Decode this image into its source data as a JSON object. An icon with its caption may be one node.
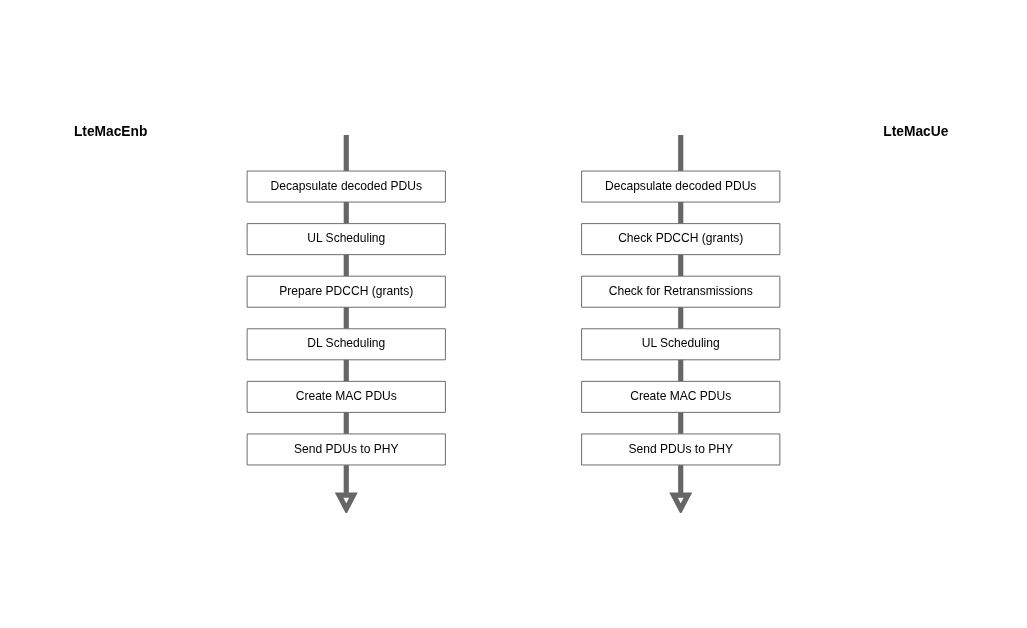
{
  "diagram": {
    "nodes": [
      {
        "text": [
          "Decapsulate decoded PDUs"
        ]
      },
      {
        "text": [
          "UL Scheduling"
        ]
      },
      {
        "text": [
          "Prepare PDCCH (grants)"
        ]
      },
      {
        "text": [
          "DL Scheduling"
        ]
      },
      {
        "text": [
          "Create MAC PDUs"
        ]
      },
      {
        "text": [
          "Send PDUs to PHY"
        ]
      },
      {
        "text": [
          "Decapsulate decoded PDUs"
        ]
      },
      {
        "text": [
          "Check PDCCH (grants)"
        ]
      },
      {
        "text": [
          "Check for Retransmissions"
        ]
      },
      {
        "text": [
          "UL Scheduling"
        ]
      },
      {
        "text": [
          "Create MAC PDUs"
        ]
      },
      {
        "text": [
          "Send PDUs to PHY"
        ]
      }
    ],
    "edges": [
      {
        "from": null,
        "to": 0,
        "arrow": "none"
      },
      {
        "from": 0,
        "to": 1,
        "arrow": "none"
      },
      {
        "from": 1,
        "to": 2,
        "arrow": "none"
      },
      {
        "from": 2,
        "to": 3,
        "arrow": "none"
      },
      {
        "from": 3,
        "to": 4,
        "arrow": "none"
      },
      {
        "from": 4,
        "to": 5,
        "arrow": "none"
      },
      {
        "from": 5,
        "to": null,
        "arrow": "to"
      },
      {
        "from": null,
        "to": 6,
        "arrow": "none"
      },
      {
        "from": 6,
        "to": 7,
        "arrow": "none"
      },
      {
        "from": 7,
        "to": 8,
        "arrow": "none"
      },
      {
        "from": 8,
        "to": 9,
        "arrow": "none"
      },
      {
        "from": 9,
        "to": 10,
        "arrow": "none"
      },
      {
        "from": 10,
        "to": 11,
        "arrow": "none"
      },
      {
        "from": 11,
        "to": null,
        "arrow": "to"
      }
    ],
    "labels": [
      "LteMacEnb",
      "LteMacUe"
    ]
  }
}
